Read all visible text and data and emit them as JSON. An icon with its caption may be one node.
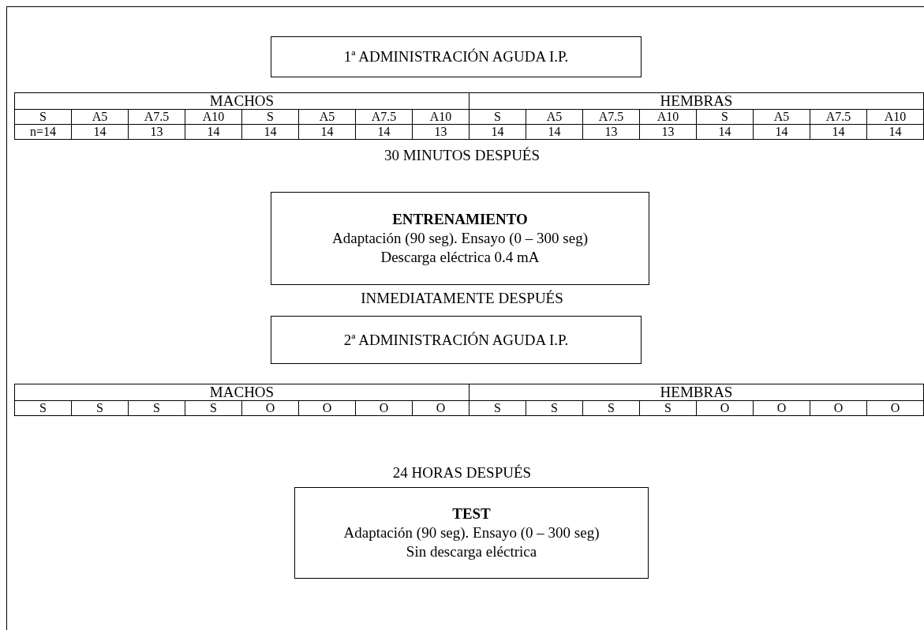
{
  "diagram": {
    "nodes": [
      {
        "text": [
          "1ª ADMINISTRACIÓN AGUDA I.P."
        ]
      },
      {
        "text": [
          "ENTRENAMIENTO",
          "Adaptación (90 seg). Ensayo (0 – 300 seg)",
          "Descarga eléctrica 0.4 mA"
        ]
      },
      {
        "text": [
          "2ª ADMINISTRACIÓN AGUDA I.P."
        ]
      },
      {
        "text": [
          "TEST",
          "Adaptación (90 seg). Ensayo (0 – 300 seg)",
          "Sin descarga eléctrica"
        ]
      }
    ],
    "edges": [],
    "labels": [
      "MACHOS",
      "HEMBRAS",
      "S",
      "A5",
      "A7.5",
      "A10",
      "S",
      "A5",
      "A7.5",
      "A10",
      "S",
      "A5",
      "A7.5",
      "A10",
      "S",
      "A5",
      "A7.5",
      "A10",
      "n=14",
      "14",
      "13",
      "14",
      "14",
      "14",
      "14",
      "13",
      "14",
      "14",
      "13",
      "13",
      "14",
      "14",
      "14",
      "14",
      "30 MINUTOS DESPUÉS",
      "INMEDIATAMENTE DESPUÉS",
      "MACHOS",
      "HEMBRAS",
      "S",
      "S",
      "S",
      "S",
      "O",
      "O",
      "O",
      "O",
      "S",
      "S",
      "S",
      "S",
      "O",
      "O",
      "O",
      "O",
      "24 HORAS DESPUÉS"
    ]
  }
}
